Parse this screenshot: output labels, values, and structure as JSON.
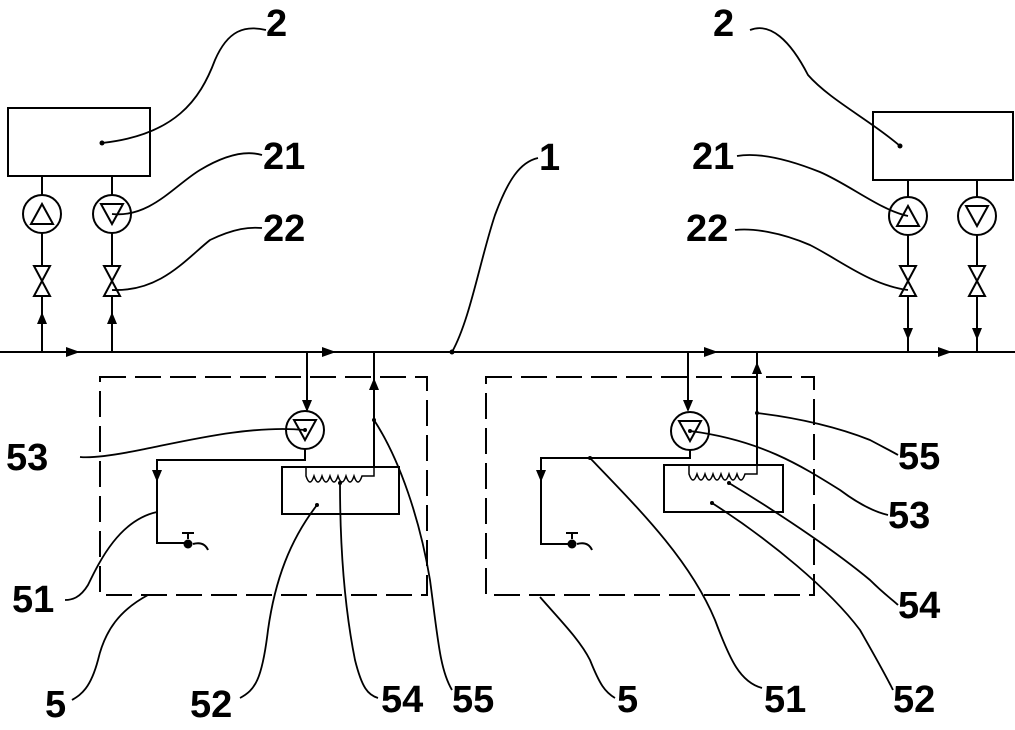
{
  "labels": {
    "tank_left": "2",
    "tank_right": "2",
    "pump_left": "21",
    "pump_right": "21",
    "valve_left": "22",
    "valve_right": "22",
    "main_pipe": "1",
    "unit_left": {
      "pump": "53",
      "line": "51",
      "unit": "5",
      "tank": "52",
      "coil": "54",
      "return": "55"
    },
    "unit_right": {
      "return": "55",
      "pump": "53",
      "coil": "54",
      "unit": "5",
      "line": "51",
      "tank": "52"
    }
  },
  "icons": [
    "pump-icon",
    "valve-icon",
    "heating-coil-icon",
    "faucet-icon"
  ]
}
